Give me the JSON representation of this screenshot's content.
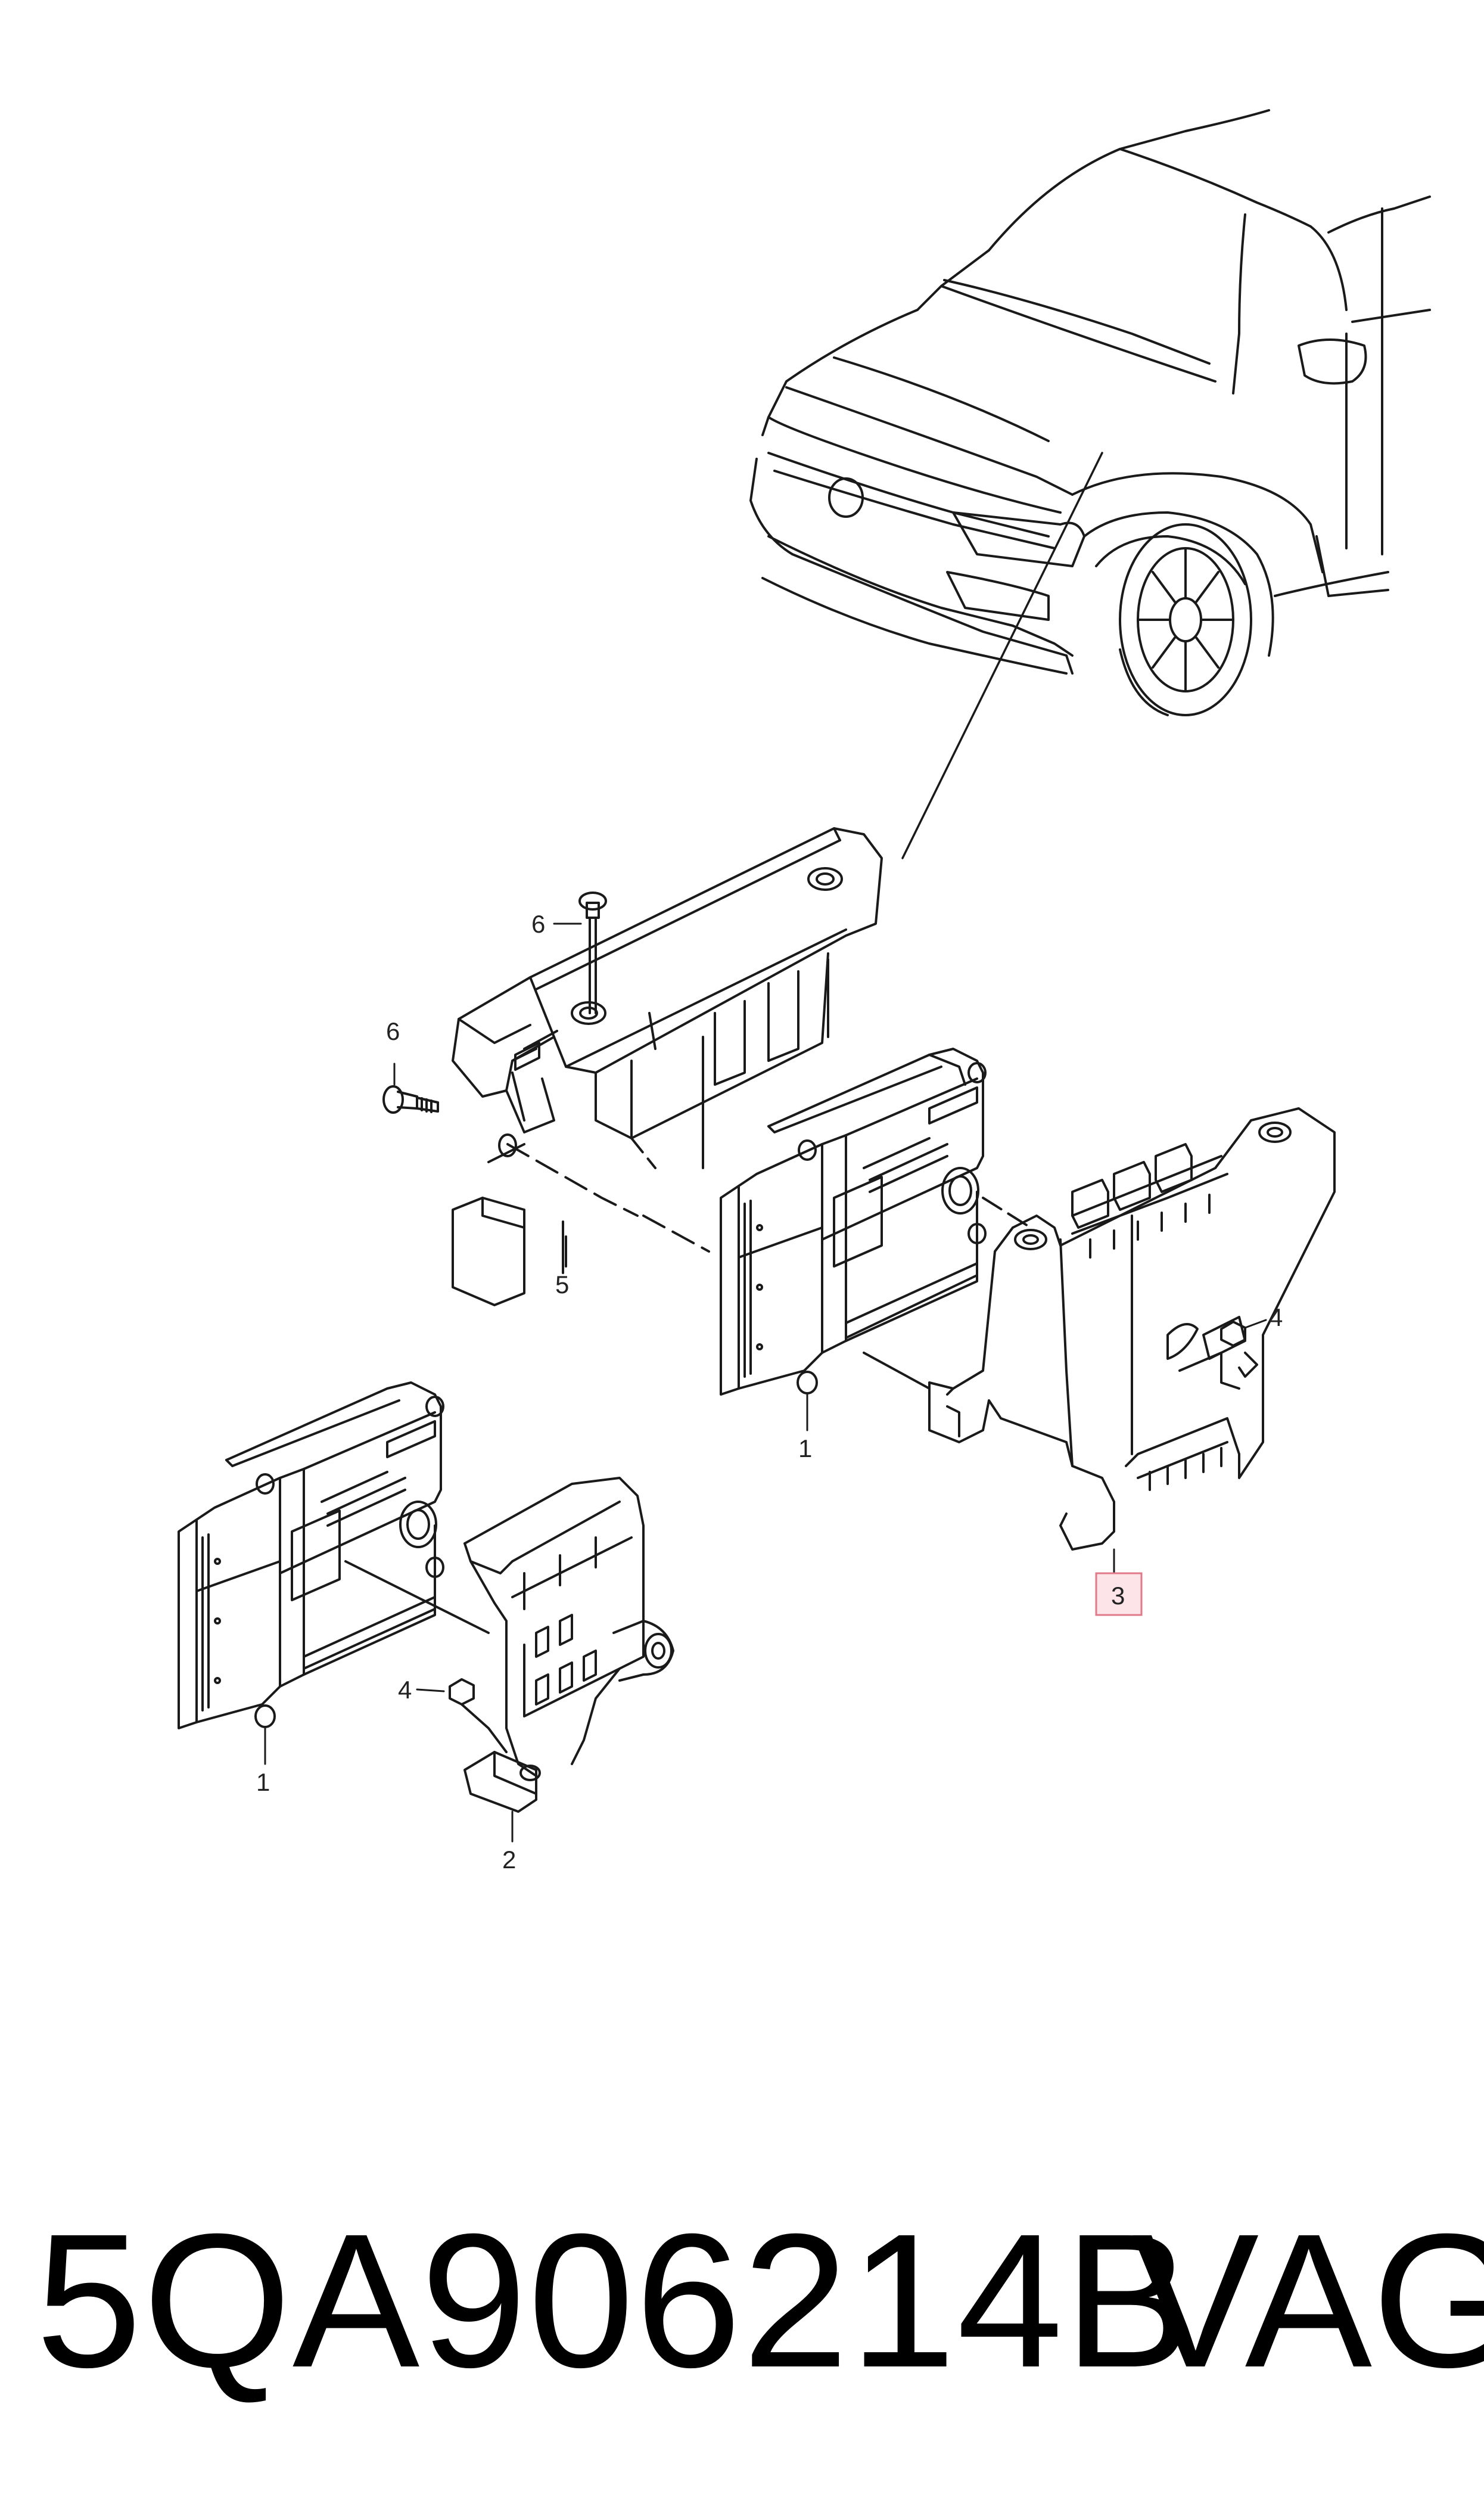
{
  "callouts": {
    "c1a": "1",
    "c1b": "1",
    "c2": "2",
    "c3": "3",
    "c4a": "4",
    "c4b": "4",
    "c5": "5",
    "c6a": "6",
    "c6b": "6"
  },
  "footer": {
    "part_number": "5QA906214B",
    "brand": "VAG"
  },
  "colors": {
    "line": "#1a1a1a",
    "highlight_border": "#e07a8a",
    "highlight_fill": "#fde4e8"
  }
}
